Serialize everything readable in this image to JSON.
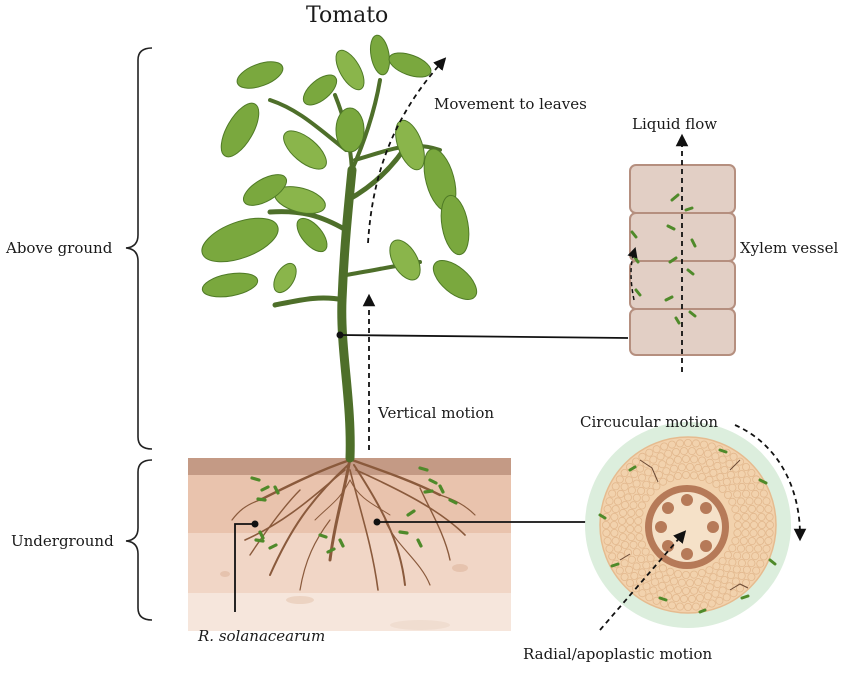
{
  "title": "Tomato",
  "labels": {
    "above_ground": "Above ground",
    "underground": "Underground",
    "movement_to_leaves": "Movement to leaves",
    "liquid_flow": "Liquid flow",
    "xylem_vessel": "Xylem vessel",
    "vertical_motion": "Vertical motion",
    "circular_motion": "Circucular motion",
    "radial_motion": "Radial/apoplastic motion",
    "pathogen": "R. solanacearum"
  },
  "colors": {
    "leaf": "#7aa83e",
    "leaf_dark": "#4f7a26",
    "stem": "#4e6f2a",
    "soil_top": "#c9a08a",
    "soil_mid": "#ecc9b5",
    "soil_low": "#f4ded0",
    "root": "#8a5a3c",
    "bacteria": "#4f8a2a",
    "xylem": "#e2cfc5",
    "xylem_edge": "#b58f7f",
    "section_ring": "#dceedd",
    "cortex": "#f2d2ad",
    "stele": "#b67a58"
  }
}
